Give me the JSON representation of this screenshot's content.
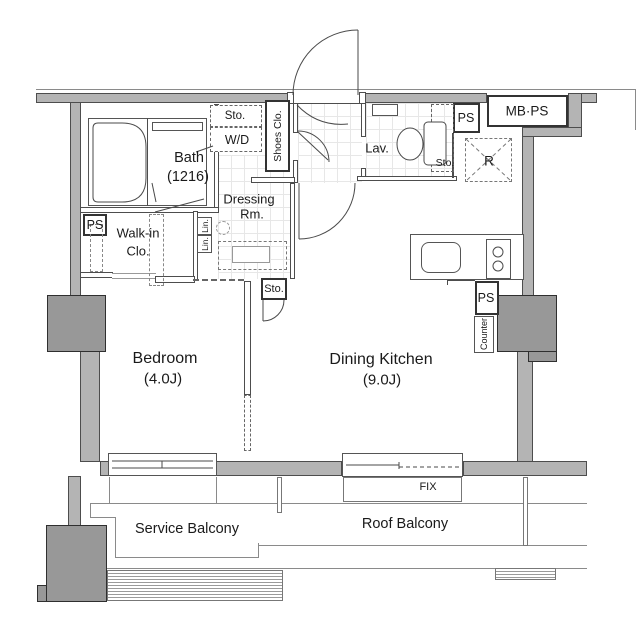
{
  "plan": {
    "rooms": {
      "bath": {
        "label": "Bath",
        "size": "(1216)"
      },
      "dressing": {
        "line1": "Dressing",
        "line2": "Rm."
      },
      "walkin": {
        "line1": "Walk-in",
        "line2": "Clo."
      },
      "bedroom": {
        "label": "Bedroom",
        "size": "(4.0J)"
      },
      "dining_kitchen": {
        "label": "Dining Kitchen",
        "size": "(9.0J)"
      },
      "lav": {
        "label": "Lav."
      },
      "service_balcony": {
        "label": "Service Balcony"
      },
      "roof_balcony": {
        "label": "Roof Balcony"
      }
    },
    "fixtures": {
      "sto_top": "Sto.",
      "wd": "W/D",
      "shoes_clo": "Shoes Clo.",
      "lav_sto": "Sto.",
      "ps_top": "PS",
      "mbps": "MB·PS",
      "fridge": "R",
      "lin1": "Lin.",
      "lin2": "Lin.",
      "ps_left": "PS",
      "sto_mid": "Sto.",
      "ps_kitchen": "PS",
      "counter": "Counter",
      "fix": "FIX"
    },
    "colors": {
      "wall_fill": "#b4b4b4",
      "pillar_fill": "#989898",
      "line": "#4d4d4d",
      "grid_line": "#e7e7e7",
      "text": "#1a1a1a",
      "background": "#ffffff"
    }
  }
}
